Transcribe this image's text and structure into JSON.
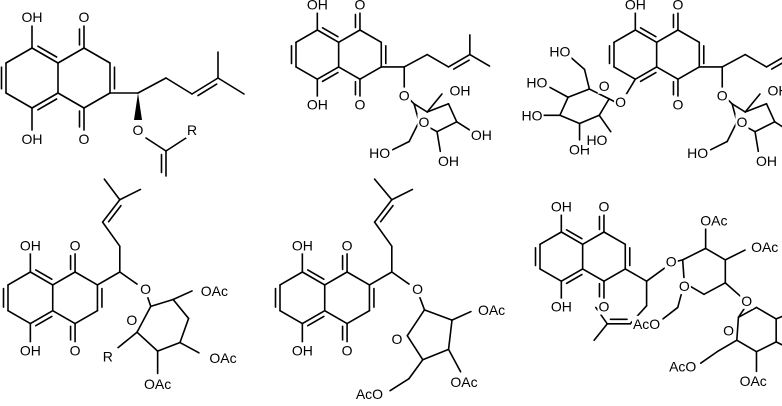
{
  "labels": {
    "OH": "OH",
    "HO": "HO",
    "O": "O",
    "R": "R",
    "OAc": "OAc",
    "AcO": "AcO"
  }
}
